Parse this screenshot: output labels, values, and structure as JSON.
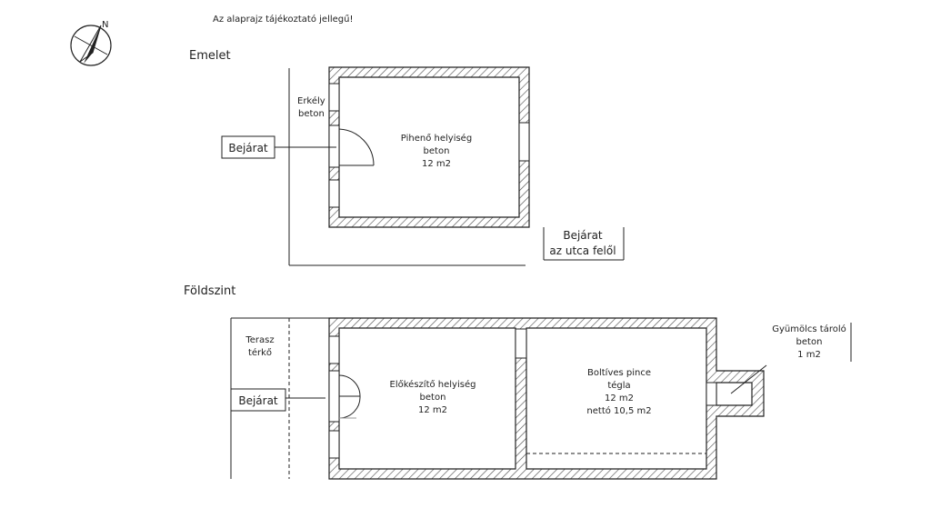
{
  "note": "Az alaprajz tájékoztató jellegű!",
  "compass": {
    "letter": "N",
    "icon": "north-arrow-icon"
  },
  "upper_floor": {
    "title": "Emelet",
    "balcony": {
      "name": "Erkély",
      "material": "beton"
    },
    "entrance_label": "Bejárat",
    "street_entrance": {
      "line1": "Bejárat",
      "line2": "az utca felől"
    },
    "room": {
      "name": "Pihenő helyiség",
      "material": "beton",
      "area": "12 m2"
    }
  },
  "ground_floor": {
    "title": "Földszint",
    "terrace": {
      "name": "Terasz",
      "material": "térkő"
    },
    "entrance_label": "Bejárat",
    "prep_room": {
      "name": "Előkészítő helyiség",
      "material": "beton",
      "area": "12 m2"
    },
    "cellar": {
      "name": "Boltíves pince",
      "material": "tégla",
      "area": "12 m2",
      "net": "nettó 10,5 m2"
    },
    "storage": {
      "name": "Gyümölcs tároló",
      "material": "beton",
      "area": "1 m2"
    }
  },
  "colors": {
    "line": "#222222",
    "hatch": "#555555",
    "background": "#ffffff"
  }
}
